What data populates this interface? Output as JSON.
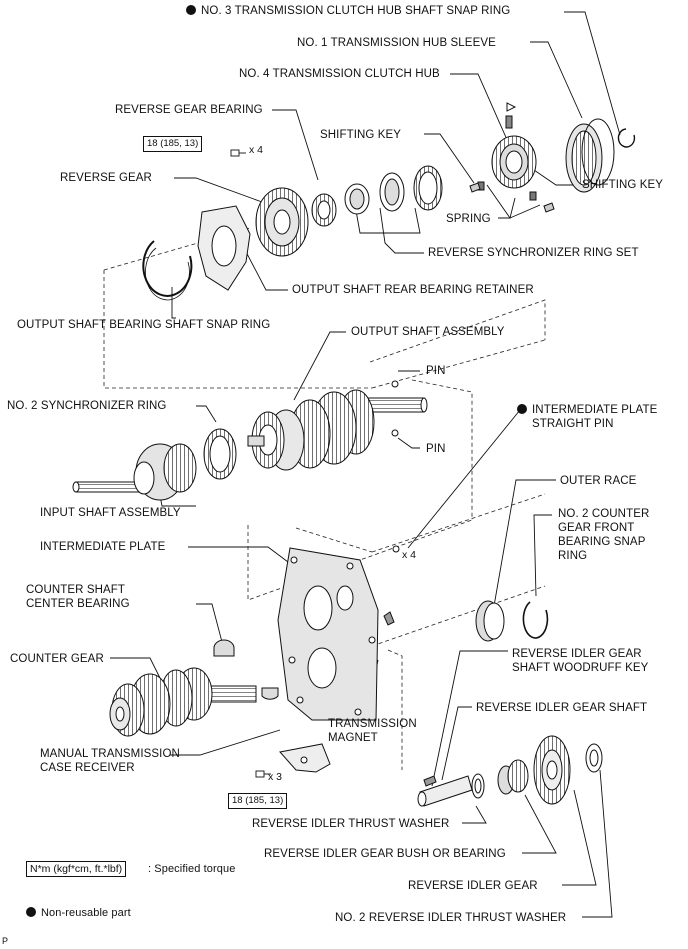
{
  "labels": {
    "snap_ring_3": "NO. 3 TRANSMISSION CLUTCH HUB SHAFT SNAP RING",
    "hub_sleeve_1": "NO. 1 TRANSMISSION HUB SLEEVE",
    "clutch_hub_4": "NO. 4 TRANSMISSION CLUTCH HUB",
    "reverse_gear_bearing": "REVERSE GEAR BEARING",
    "shifting_key_top": "SHIFTING KEY",
    "shifting_key_right": "SHIFTING KEY",
    "reverse_gear": "REVERSE GEAR",
    "spring": "SPRING",
    "reverse_sync_ring_set": "REVERSE SYNCHRONIZER RING SET",
    "rear_bearing_retainer": "OUTPUT SHAFT REAR BEARING RETAINER",
    "bearing_shaft_snap_ring": "OUTPUT SHAFT BEARING SHAFT SNAP RING",
    "output_shaft_assembly": "OUTPUT SHAFT ASSEMBLY",
    "pin_upper": "PIN",
    "pin_lower": "PIN",
    "sync_ring_2": "NO. 2 SYNCHRONIZER RING",
    "intermediate_plate_pin_l1": "INTERMEDIATE PLATE",
    "intermediate_plate_pin_l2": "STRAIGHT PIN",
    "input_shaft_assembly": "INPUT SHAFT ASSEMBLY",
    "outer_race": "OUTER RACE",
    "counter_gear_snap_l1": "NO. 2 COUNTER",
    "counter_gear_snap_l2": "GEAR FRONT",
    "counter_gear_snap_l3": "BEARING SNAP",
    "counter_gear_snap_l4": "RING",
    "intermediate_plate": "INTERMEDIATE PLATE",
    "counter_shaft_bearing_l1": "COUNTER SHAFT",
    "counter_shaft_bearing_l2": "CENTER BEARING",
    "counter_gear": "COUNTER GEAR",
    "woodruff_key_l1": "REVERSE IDLER GEAR",
    "woodruff_key_l2": "SHAFT WOODRUFF KEY",
    "idler_gear_shaft": "REVERSE IDLER GEAR SHAFT",
    "magnet_l1": "TRANSMISSION",
    "magnet_l2": "MAGNET",
    "case_receiver_l1": "MANUAL TRANSMISSION",
    "case_receiver_l2": "CASE RECEIVER",
    "idler_thrust_washer": "REVERSE IDLER THRUST WASHER",
    "idler_bush": "REVERSE IDLER GEAR BUSH OR BEARING",
    "idler_gear": "REVERSE IDLER GEAR",
    "idler_thrust_washer_2": "NO. 2 REVERSE IDLER THRUST WASHER"
  },
  "torque": {
    "top_value": "18 (185, 13)",
    "top_qty": "x 4",
    "bottom_value": "18 (185, 13)",
    "bottom_qty": "x 3",
    "pin_qty": "x 4"
  },
  "legend": {
    "torque_units": "N*m (kgf*cm, ft.*lbf)",
    "torque_text": ": Specified torque",
    "nonreusable_text": "Non-reusable part"
  },
  "corner_mark": "P"
}
